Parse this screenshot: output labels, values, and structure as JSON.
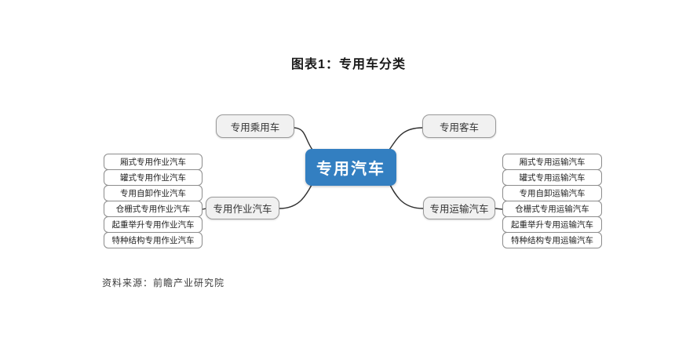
{
  "title": "图表1：专用车分类",
  "footer": "资料来源：前瞻产业研究院",
  "diagram": {
    "root": "专用汽车",
    "branches": {
      "top_left": "专用乘用车",
      "top_right": "专用客车",
      "mid_left": "专用作业汽车",
      "mid_right": "专用运输汽车"
    },
    "mid_left_children": [
      "厢式专用作业汽车",
      "罐式专用作业汽车",
      "专用自卸作业汽车",
      "仓栅式专用作业汽车",
      "起重举升专用作业汽车",
      "特种结构专用作业汽车"
    ],
    "mid_right_children": [
      "厢式专用运输汽车",
      "罐式专用运输汽车",
      "专用自卸运输汽车",
      "仓栅式专用运输汽车",
      "起重举升专用运输汽车",
      "特种结构专用运输汽车"
    ]
  },
  "colors": {
    "root_fill": "#337fc1",
    "root_text": "#ffffff",
    "branch_fill": "#f1f1f1",
    "branch_border": "#999999",
    "leaf_border": "#8c8c8c",
    "line": "#2f2f2f"
  }
}
